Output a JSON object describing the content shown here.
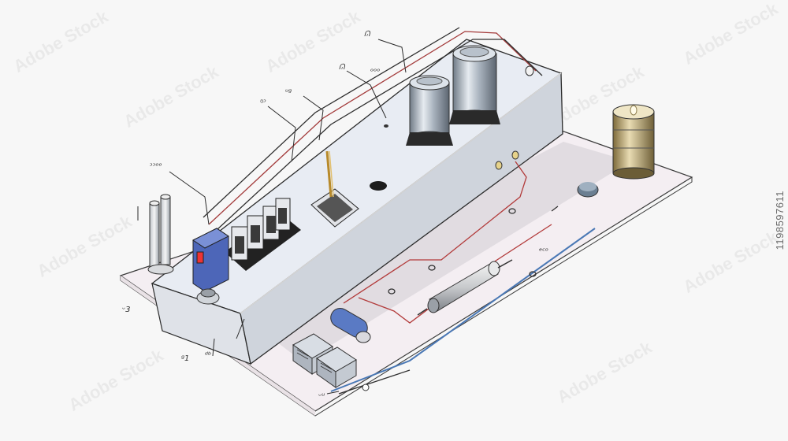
{
  "stock_id": "1198597611",
  "watermark": "Adobe Stock",
  "annotations": {
    "top": "ᕬ",
    "top2": "ᵒᵒᵒ",
    "mid": "ᵑᵓ",
    "mid2": "ᵘᵍ",
    "left_top": "ᵓᵓᵒᵒ",
    "right_wire": "ᵉᶜᵒ",
    "bottom_left": "ᵕ3",
    "bottom_left2": "ᵍ1",
    "bottom_mid": "ᵈᵇ",
    "bottom_right": "ᵕᵘ"
  }
}
